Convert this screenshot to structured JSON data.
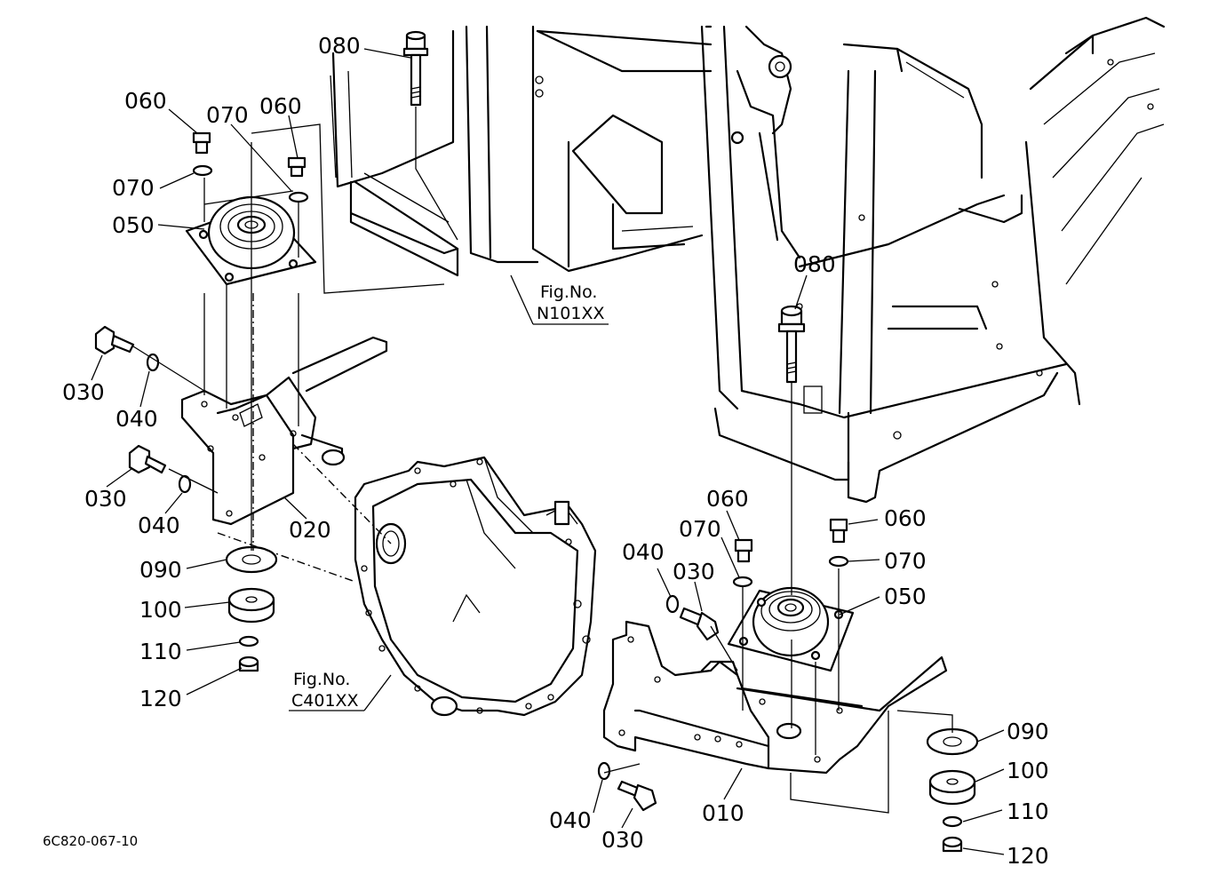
{
  "diagram_code": "6C820-067-10",
  "parts": [
    {
      "id": "p1",
      "label": "080"
    },
    {
      "id": "p2",
      "label": "060"
    },
    {
      "id": "p3",
      "label": "070"
    },
    {
      "id": "p4",
      "label": "060"
    },
    {
      "id": "p5",
      "label": "070"
    },
    {
      "id": "p6",
      "label": "050"
    },
    {
      "id": "p7",
      "label": "030"
    },
    {
      "id": "p8",
      "label": "040"
    },
    {
      "id": "p9",
      "label": "030"
    },
    {
      "id": "p10",
      "label": "040"
    },
    {
      "id": "p11",
      "label": "020"
    },
    {
      "id": "p12",
      "label": "090"
    },
    {
      "id": "p13",
      "label": "100"
    },
    {
      "id": "p14",
      "label": "110"
    },
    {
      "id": "p15",
      "label": "120"
    },
    {
      "id": "p16",
      "label": "080"
    },
    {
      "id": "p17",
      "label": "060"
    },
    {
      "id": "p18",
      "label": "070"
    },
    {
      "id": "p19",
      "label": "060"
    },
    {
      "id": "p20",
      "label": "070"
    },
    {
      "id": "p21",
      "label": "050"
    },
    {
      "id": "p22",
      "label": "040"
    },
    {
      "id": "p23",
      "label": "030"
    },
    {
      "id": "p24",
      "label": "090"
    },
    {
      "id": "p25",
      "label": "100"
    },
    {
      "id": "p26",
      "label": "110"
    },
    {
      "id": "p27",
      "label": "120"
    },
    {
      "id": "p28",
      "label": "040"
    },
    {
      "id": "p29",
      "label": "030"
    },
    {
      "id": "p30",
      "label": "010"
    }
  ],
  "fig_refs": [
    {
      "id": "r1",
      "line1": "Fig.No.",
      "line2": "N101XX"
    },
    {
      "id": "r2",
      "line1": "Fig.No.",
      "line2": "C401XX"
    }
  ]
}
